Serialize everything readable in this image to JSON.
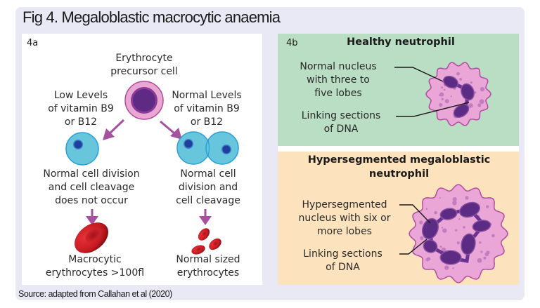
{
  "figure": {
    "title": "Fig 4. Megaloblastic macrocytic anaemia",
    "source": "Source: adapted from Callahan et al (2020)"
  },
  "panel_a": {
    "label": "4a",
    "precursor": [
      "Erythrocyte",
      "precursor cell"
    ],
    "left_condition": [
      "Low Levels",
      "of vitamin B9",
      "or B12"
    ],
    "right_condition": [
      "Normal Levels",
      "of vitamin B9",
      "or B12"
    ],
    "left_outcome": [
      "Normal cell division",
      "and cell cleavage",
      "does not occur"
    ],
    "right_outcome": [
      "Normal cell",
      "division and",
      "cell cleavage"
    ],
    "left_result": [
      "Macrocytic",
      "erythrocytes >100fl"
    ],
    "right_result": [
      "Normal sized",
      "erythrocytes"
    ]
  },
  "panel_b": {
    "label": "4b",
    "healthy": {
      "title": "Healthy neutrophil",
      "nucleus_label": [
        "Normal nucleus",
        "with three to",
        "five lobes"
      ],
      "dna_label": [
        "Linking sections",
        "of DNA"
      ]
    },
    "hyper": {
      "title": [
        "Hypersegmented megaloblastic",
        "neutrophil"
      ],
      "nucleus_label": [
        "Hypersegmented",
        "nucleus with six or",
        "more lobes"
      ],
      "dna_label": [
        "Linking sections",
        "of DNA"
      ]
    }
  },
  "colors": {
    "outer_bg": "#e8e9f5",
    "healthy_bg": "#b9dec3",
    "hyper_bg": "#fde3bd",
    "arrow": "#a5519e",
    "precursor_ring": "#eaa7d4",
    "precursor_nucleus": "#5e2a84",
    "blue_cell": "#68c6dc",
    "blue_nucleus": "#1f3f9a",
    "rbc": "#c41a1f",
    "neutrophil": "#e9a6d6",
    "lobe": "#5c2c84"
  }
}
